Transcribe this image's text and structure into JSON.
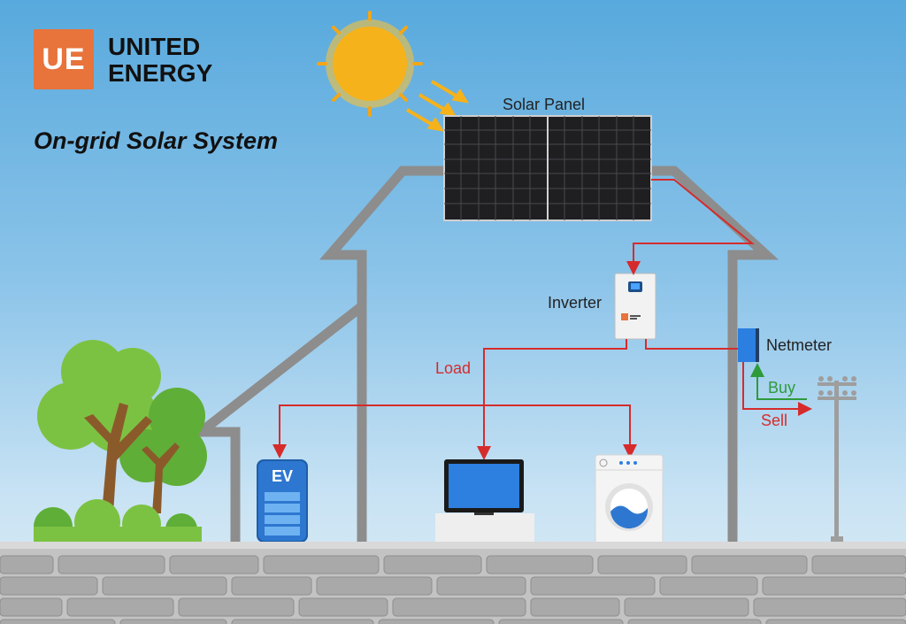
{
  "brand": {
    "logo_text": "UE",
    "name_line1": "UNITED",
    "name_line2": "ENERGY",
    "accent": "#e8733b"
  },
  "title": "On-grid Solar System",
  "labels": {
    "solar_panel": "Solar Panel",
    "inverter": "Inverter",
    "netmeter": "Netmeter",
    "load": "Load",
    "buy": "Buy",
    "sell": "Sell",
    "ev": "EV"
  },
  "colors": {
    "flow_line": "#d62b2b",
    "buy_arrow": "#2e9b3a",
    "house_outline": "#8c8c8c",
    "sun": "#f6b21b"
  }
}
